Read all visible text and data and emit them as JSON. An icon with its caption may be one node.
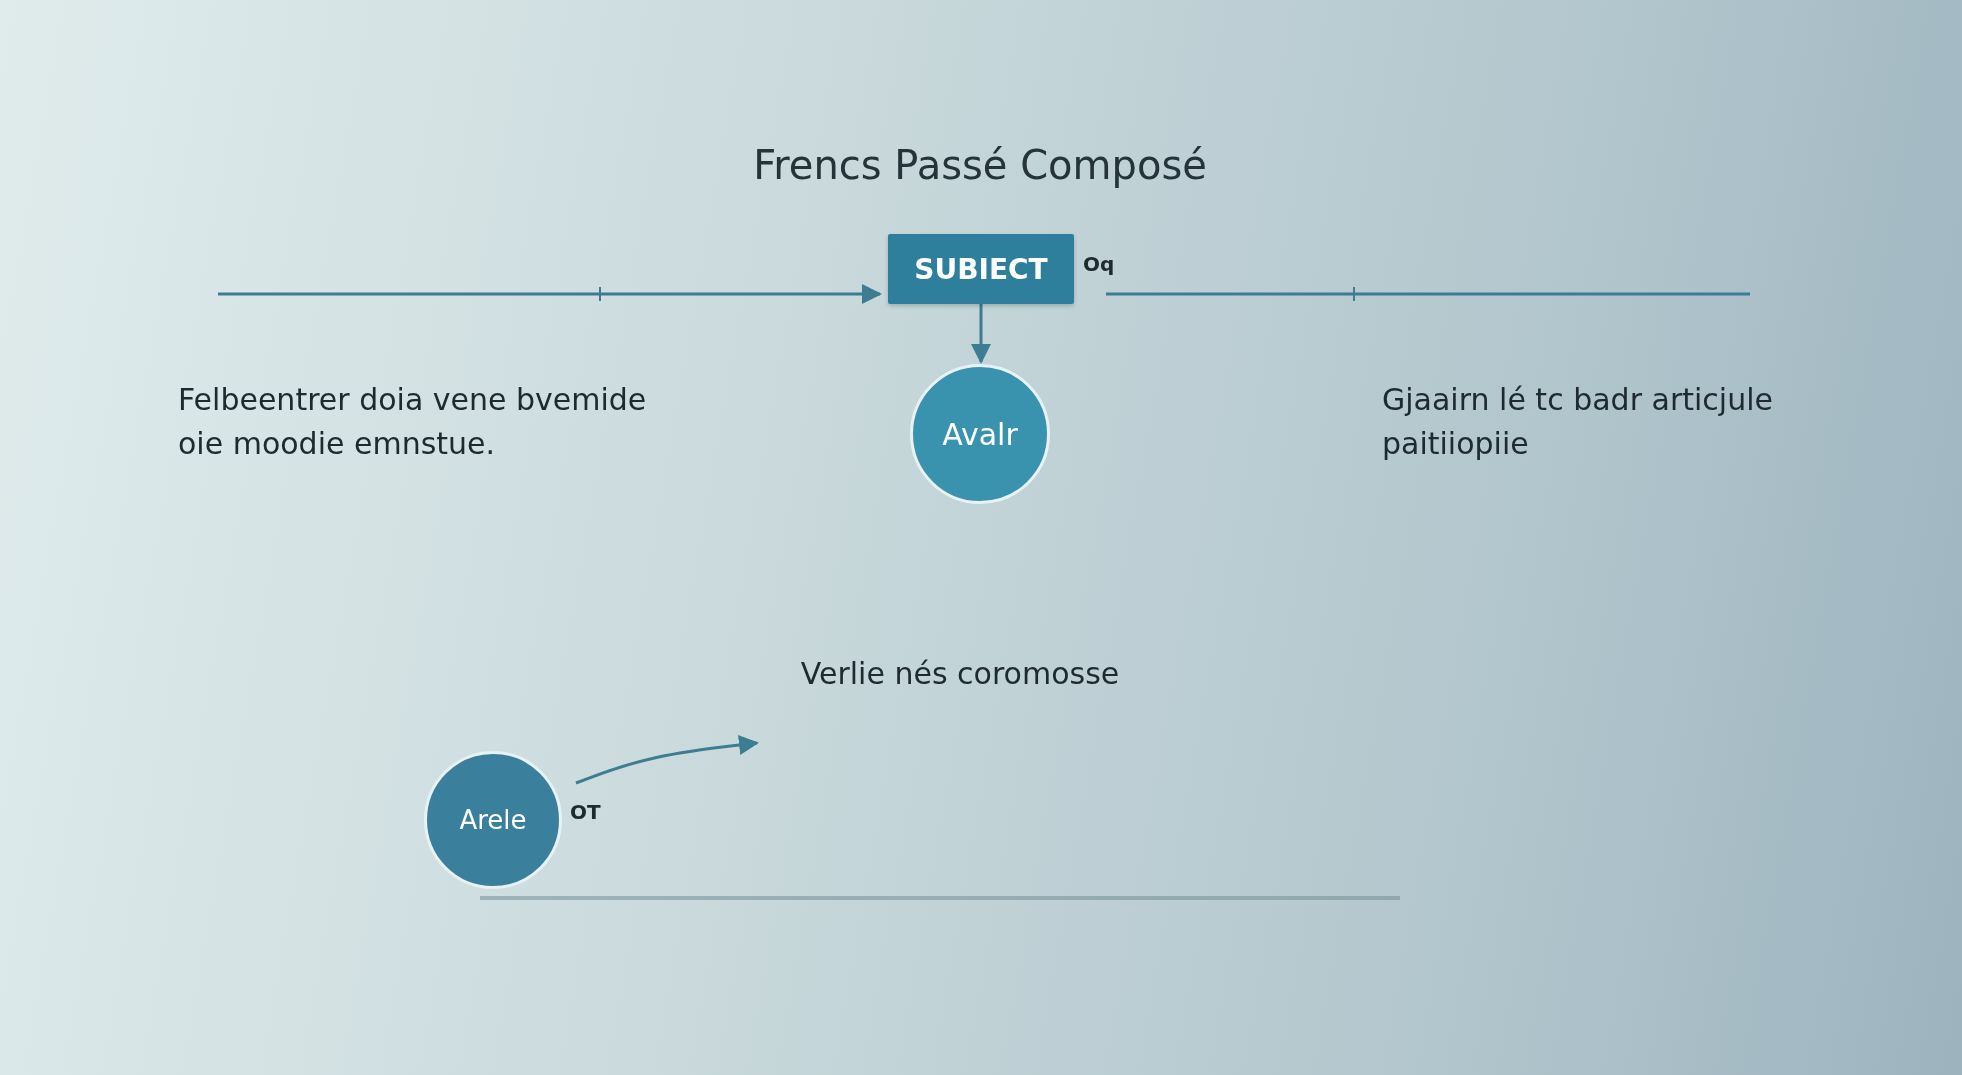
{
  "diagram": {
    "title": "Frencs Passé Composé",
    "nodes": [
      {
        "text": [
          "SUBIECT"
        ],
        "beside": [
          "Oq"
        ]
      },
      {
        "text": [
          "Avalr"
        ]
      },
      {
        "text": [
          "Arele"
        ],
        "beside": [
          "OT"
        ]
      }
    ],
    "edges": [
      {
        "from": null,
        "to": 0,
        "arrow": "to"
      },
      {
        "from": 0,
        "to": null,
        "arrow": "none"
      },
      {
        "from": 0,
        "to": 1,
        "arrow": "to"
      },
      {
        "from": 2,
        "to": null,
        "arrow": "to"
      }
    ],
    "labels": [
      "Felbeentrer doia vene bvemide oie moodie emnstue.",
      "Gjaairn lé tc badr articjule paitiiopiie",
      "Verlie nés coromosse"
    ]
  }
}
